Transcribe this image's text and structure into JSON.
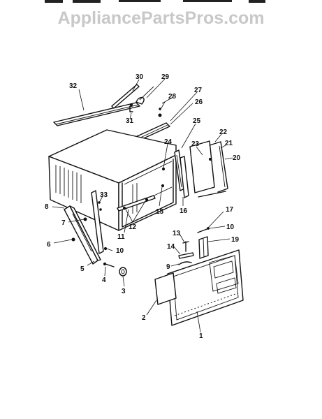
{
  "watermark": "AppliancePartsPros.com",
  "callouts": {
    "c1": "1",
    "c2": "2",
    "c3": "3",
    "c4": "4",
    "c5": "5",
    "c6": "6",
    "c7": "7",
    "c8": "8",
    "c9": "9",
    "c10a": "10",
    "c10b": "10",
    "c11": "11",
    "c12": "12",
    "c13": "13",
    "c14": "14",
    "c15": "15",
    "c16": "16",
    "c17": "17",
    "c19": "19",
    "c20": "20",
    "c21": "21",
    "c22": "22",
    "c23": "23",
    "c24": "24",
    "c25": "25",
    "c26": "26",
    "c27": "27",
    "c28": "28",
    "c29": "29",
    "c30": "30",
    "c31": "31",
    "c32": "32",
    "c33": "33"
  }
}
